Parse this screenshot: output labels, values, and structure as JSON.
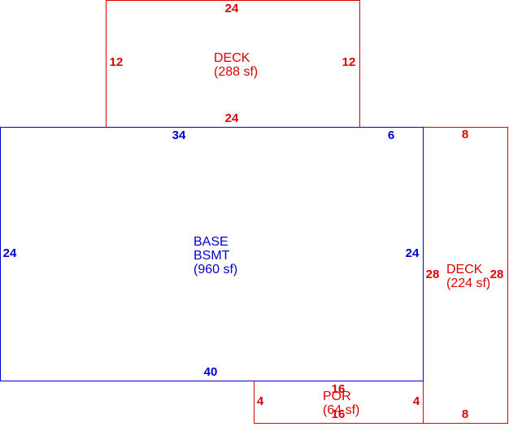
{
  "colors": {
    "base": "#0000cc",
    "addition": "#dd0000"
  },
  "deck_top": {
    "name": "DECK",
    "area": "(288 sf)",
    "dim_top": "24",
    "dim_left": "12",
    "dim_right": "12",
    "dim_bottom": "24"
  },
  "base": {
    "name_line1": "BASE",
    "name_line2": "BSMT",
    "area": "(960 sf)",
    "dim_top_left": "34",
    "dim_top_right": "6",
    "dim_left": "24",
    "dim_right": "24",
    "dim_bottom": "40"
  },
  "deck_right": {
    "name": "DECK",
    "area": "(224 sf)",
    "dim_top": "8",
    "dim_left": "28",
    "dim_right": "28",
    "dim_bottom": "8"
  },
  "porch": {
    "name": "POR",
    "area": "(64 sf)",
    "dim_top": "16",
    "dim_left": "4",
    "dim_right": "4",
    "dim_bottom": "16"
  }
}
